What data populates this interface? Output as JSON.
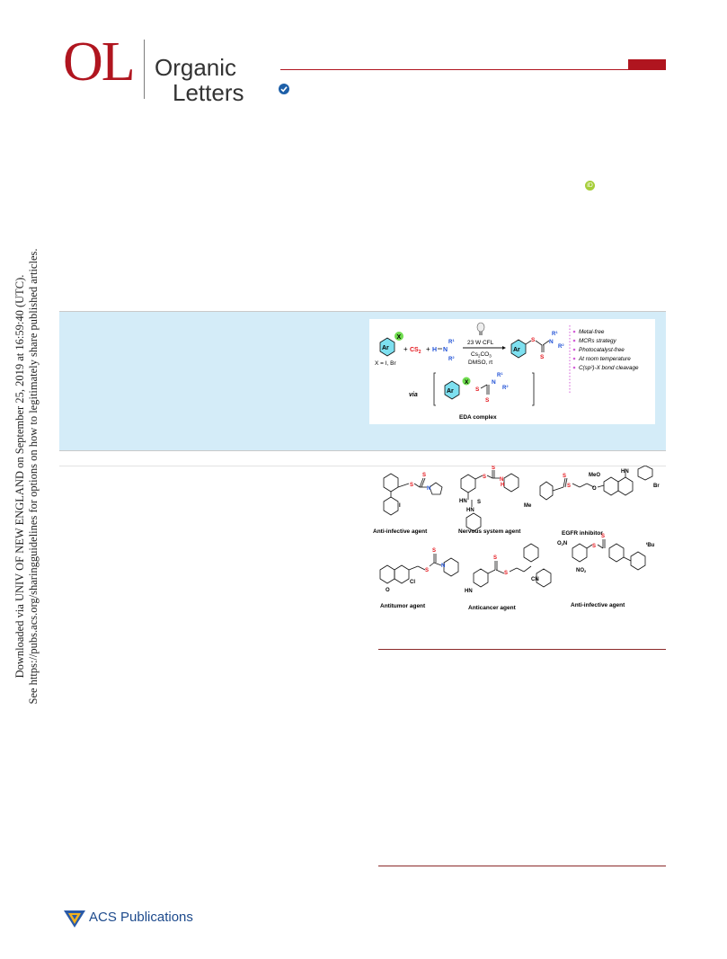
{
  "header": {
    "logo_letters": "OL",
    "journal_word1": "Organic",
    "journal_word2": "Letters"
  },
  "side_notice": {
    "line1": "Downloaded via UNIV OF NEW ENGLAND on September 25, 2019 at 16:59:40 (UTC).",
    "line2": "See https://pubs.acs.org/sharingguidelines for options on how to legitimately share published articles."
  },
  "toc_graphic": {
    "ar": "Ar",
    "x": "X",
    "plus1": "+",
    "cs2": "CS",
    "cs2_sub": "2",
    "plus2": "+",
    "amine_h": "H",
    "amine_n": "N",
    "r1": "R",
    "r1_sup": "1",
    "r2": "R",
    "r2_sup": "2",
    "halide_note": "X = I, Br",
    "cond1": "23 W CFL",
    "cond2": "Cs",
    "cond2_sub": "2",
    "cond2_b": "CO",
    "cond2_sub2": "3",
    "cond3": "DMSO, rt",
    "product_ar": "Ar",
    "product_s": "S",
    "product_s2": "S",
    "product_n": "N",
    "features": [
      "Metal-free",
      "MCRs strategy",
      "Photocatalyst-free",
      "At room temperature",
      "C(sp²)-X bond cleavage"
    ],
    "via": "via",
    "eda_label": "EDA complex",
    "eda_ar": "Ar",
    "eda_x": "X",
    "eda_s": "S",
    "eda_n": "N",
    "eda_s2": "S",
    "eda_r1": "R",
    "eda_r2": "R"
  },
  "figure": {
    "captions": [
      "Anti-infective agent",
      "Nervous system agent",
      "EGFR inhibitor",
      "Antitumor agent",
      "Anticancer agent",
      "Anti-infective agent"
    ],
    "atom_labels": {
      "iodo": "I",
      "s": "S",
      "n": "N",
      "hn": "HN",
      "h": "H",
      "meo": "MeO",
      "me": "Me",
      "br": "Br",
      "o": "O",
      "cl": "Cl",
      "cn": "CN",
      "o2n": "O",
      "no2": "NO",
      "sub2": "2",
      "tbu": "Bu",
      "t": "t"
    }
  },
  "footer": {
    "publisher": "ACS Publications"
  }
}
